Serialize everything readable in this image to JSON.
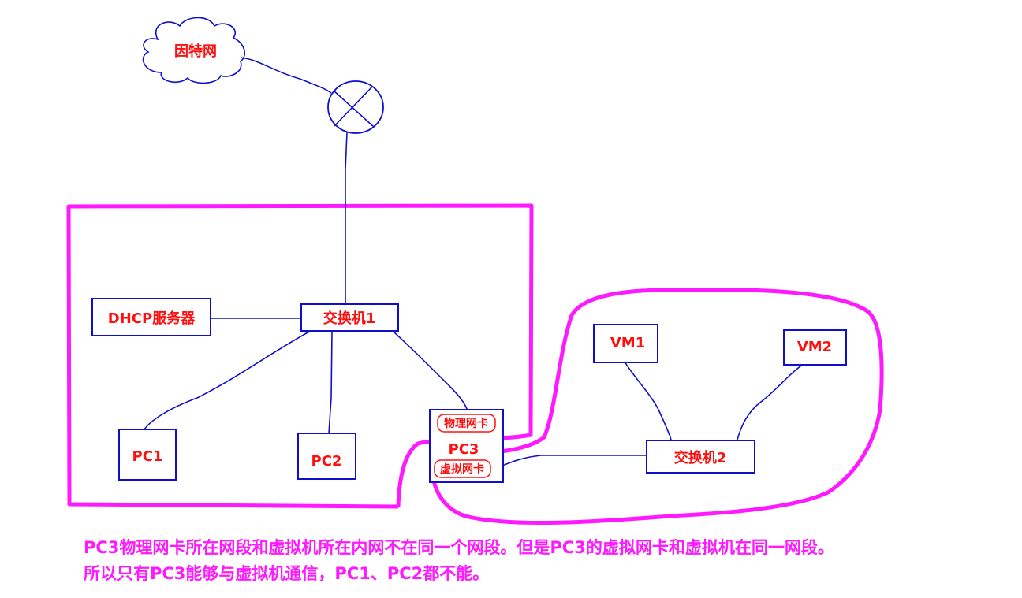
{
  "nodes": {
    "internet": "因特网",
    "switch1": "交换机1",
    "dhcp": "DHCP服务器",
    "pc1": "PC1",
    "pc2": "PC2",
    "pc3": "PC3",
    "pc3_physical_nic": "物理网卡",
    "pc3_virtual_nic": "虚拟网卡",
    "vm1": "VM1",
    "vm2": "VM2",
    "switch2": "交换机2"
  },
  "notes": {
    "line1": "PC3物理网卡所在网段和虚拟机所在内网不在同一个网段。但是PC3的虚拟网卡和虚拟机在同一网段。",
    "line2": "所以只有PC3能够与虚拟机通信，PC1、PC2都不能。"
  },
  "colors": {
    "text_red": "#ff1010",
    "line_blue": "#1010cc",
    "highlight_magenta": "#ff19ff"
  }
}
